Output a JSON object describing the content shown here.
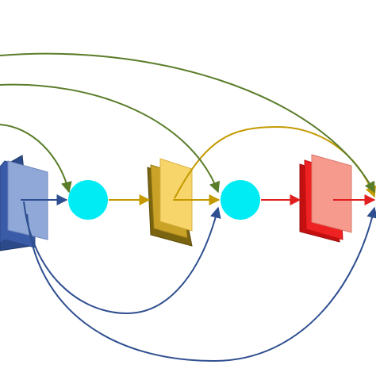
{
  "diagram": {
    "colors": {
      "blue_dark": "#2c4a8a",
      "blue_mid": "#3a5ba8",
      "blue_light": "#8fa8d8",
      "gold_dark": "#7a6410",
      "gold_mid": "#c9a227",
      "gold_light": "#f7d56b",
      "red_dark": "#c41010",
      "red_mid": "#ee2222",
      "red_light": "#f59a8c",
      "node_cyan": "#00ecf4",
      "arrow_blue": "#2f4f90",
      "arrow_gold": "#c49a00",
      "arrow_green": "#5a7d2a",
      "arrow_red": "#e02020"
    },
    "blocks": [
      {
        "id": "block-blue",
        "color": "blue"
      },
      {
        "id": "block-gold",
        "color": "gold"
      },
      {
        "id": "block-red",
        "color": "red"
      }
    ],
    "nodes": [
      {
        "id": "node-1"
      },
      {
        "id": "node-2"
      }
    ],
    "connections": [
      {
        "id": "blue-to-node-1",
        "color": "blue"
      },
      {
        "id": "node-1-to-gold",
        "color": "gold"
      },
      {
        "id": "node-2-to-red",
        "color": "red"
      },
      {
        "id": "red-to-right",
        "color": "red"
      },
      {
        "id": "gold-to-node-2",
        "color": "gold"
      },
      {
        "id": "gold-skip-to-right",
        "color": "gold"
      },
      {
        "id": "blue-skip-to-node-2",
        "color": "blue"
      },
      {
        "id": "blue-skip-to-right",
        "color": "blue"
      },
      {
        "id": "green-skip-to-node-1",
        "color": "green"
      },
      {
        "id": "green-skip-to-node-2",
        "color": "green"
      },
      {
        "id": "green-skip-to-right",
        "color": "green"
      }
    ]
  }
}
